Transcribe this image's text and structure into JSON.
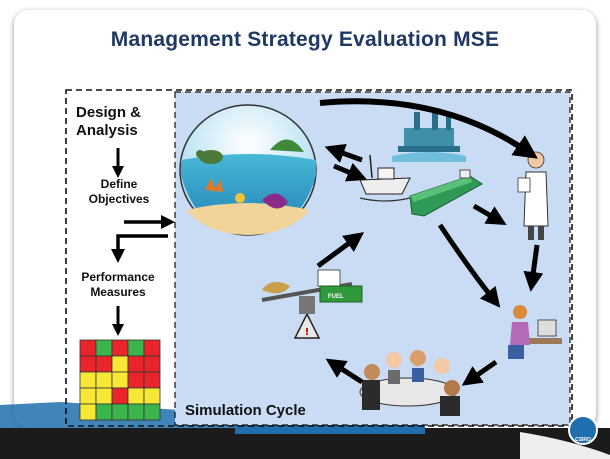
{
  "slide": {
    "title": "Management Strategy Evaluation MSE"
  },
  "left_panel": {
    "design_label": "Design &\nAnalysis",
    "objectives_label": "Define\nObjectives",
    "measures_label": "Performance\nMeasures"
  },
  "simulation_panel": {
    "label": "Simulation Cycle",
    "fuel_label": "FUEL"
  },
  "logo": {
    "text": "CSIRO"
  },
  "colors": {
    "title": "#1f3864",
    "panel_blue": "#c9dcf3",
    "footer_blue": "#1f6fae",
    "grid_red": "#e8252a",
    "grid_yellow": "#f7e837",
    "grid_green": "#3bb44a"
  },
  "icons": [
    "ecosystem-globe-icon",
    "fishing-boat-icon",
    "oil-rig-icon",
    "tanker-icon",
    "scientist-icon",
    "analyst-at-computer-icon",
    "stakeholder-meeting-icon",
    "balance-scale-icon",
    "csiro-logo-icon"
  ]
}
